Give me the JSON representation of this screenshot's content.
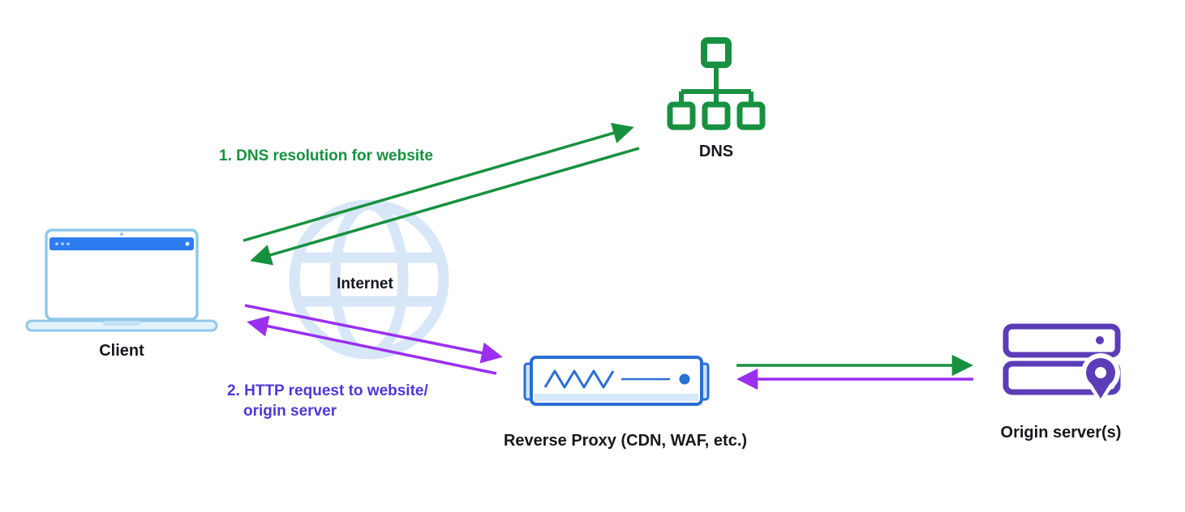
{
  "diagram": {
    "nodes": {
      "client": {
        "label": "Client"
      },
      "internet": {
        "label": "Internet"
      },
      "dns": {
        "label": "DNS"
      },
      "reverse_proxy": {
        "label": "Reverse Proxy (CDN, WAF, etc.)"
      },
      "origin": {
        "label": "Origin server(s)"
      }
    },
    "annotations": {
      "step1": "1. DNS resolution for website",
      "step2_line1": "2. HTTP request to website/",
      "step2_line2": "origin server"
    },
    "colors": {
      "arrow_green": "#17913f",
      "arrow_purple": "#9a2ff0",
      "step2_indigo": "#4d38d8",
      "proxy_blue": "#2b6fd4",
      "globe_blue": "#d7e7f7",
      "laptop_blue": "#2e7df0",
      "laptop_border": "#90c8ea",
      "origin_purple": "#5b3db8",
      "text_dark": "#16181d"
    }
  }
}
